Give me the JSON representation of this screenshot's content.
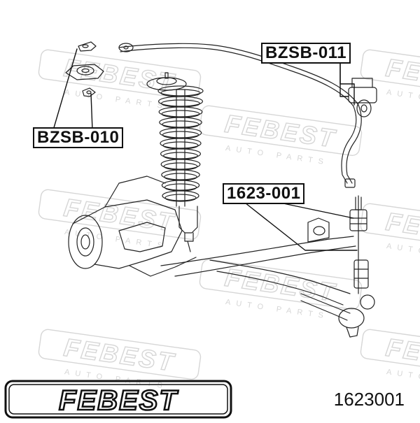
{
  "labels": {
    "bzsb011": "BZSB-011",
    "bzsb010": "BZSB-010",
    "part1623": "1623-001"
  },
  "footer": {
    "brand": "FEBEST",
    "part_number": "1623001"
  },
  "watermark": {
    "brand": "FEBEST",
    "sub": "AUTO PARTS"
  }
}
